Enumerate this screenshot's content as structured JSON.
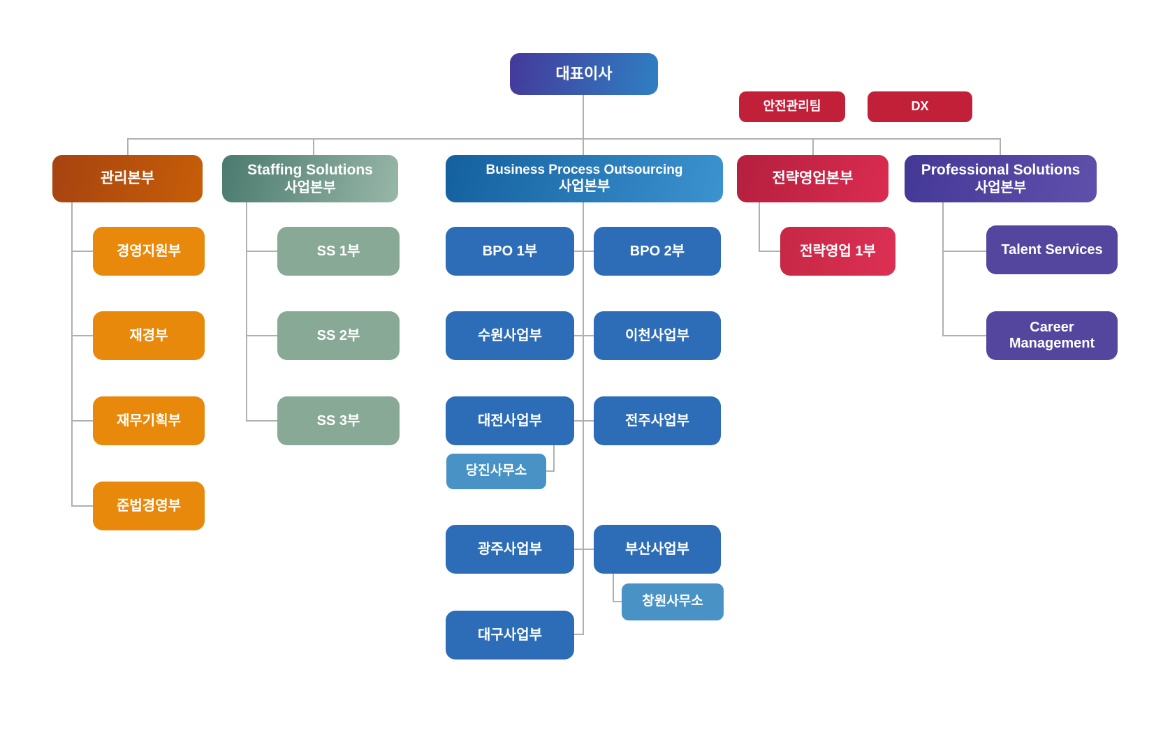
{
  "colors": {
    "page_bg": "#FFFFFF",
    "connector": "#B0B0B0",
    "text": "#FFFFFF",
    "ceo_from": "#44399B",
    "ceo_to": "#2F80C3",
    "staff_red": "#C22039",
    "mgmt_from": "#A64310",
    "mgmt_to": "#C75E08",
    "mgmt_child": "#E8890B",
    "staffing_from": "#4A7A6E",
    "staffing_to": "#98B7A8",
    "staffing_child": "#87A996",
    "bpo_from": "#14609F",
    "bpo_to": "#3C93CF",
    "bpo_child": "#2D6DB7",
    "bpo_office": "#4892C6",
    "strat_from": "#B51F3E",
    "strat_to": "#DA2C50",
    "strat_child_from": "#C62845",
    "strat_child_to": "#DC3054",
    "prof_from": "#443897",
    "prof_to": "#5F50AB",
    "prof_child": "#54459E"
  },
  "nodes": {
    "ceo": "대표이사",
    "safety_team": "안전관리팀",
    "dx_team": "DX",
    "divisions": {
      "management": {
        "title": "관리본부",
        "children": [
          "경영지원부",
          "재경부",
          "재무기획부",
          "준법경영부"
        ]
      },
      "staffing": {
        "title_en": "Staffing Solutions",
        "title_ko": "사업본부",
        "children": [
          "SS 1부",
          "SS 2부",
          "SS 3부"
        ]
      },
      "bpo": {
        "title_en": "Business Process Outsourcing",
        "title_ko": "사업본부",
        "left_children": [
          "BPO 1부",
          "수원사업부",
          "대전사업부",
          "광주사업부",
          "대구사업부"
        ],
        "right_children": [
          "BPO 2부",
          "이천사업부",
          "전주사업부",
          "부산사업부"
        ],
        "offices": [
          "당진사무소",
          "창원사무소"
        ]
      },
      "strategic": {
        "title": "전략영업본부",
        "children": [
          "전략영업 1부"
        ]
      },
      "professional": {
        "title_en": "Professional Solutions",
        "title_ko": "사업본부",
        "children": [
          "Talent Services",
          "Career Management"
        ]
      }
    }
  }
}
